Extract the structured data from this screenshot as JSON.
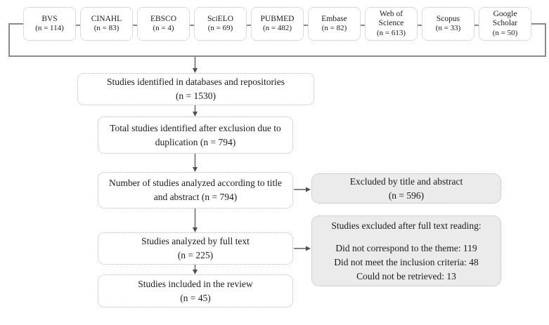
{
  "databases": [
    {
      "name": "BVS",
      "count": "(n = 114)"
    },
    {
      "name": "CINAHL",
      "count": "(n = 83)"
    },
    {
      "name": "EBSCO",
      "count": "(n = 4)"
    },
    {
      "name": "SciELO",
      "count": "(n = 69)"
    },
    {
      "name": "PUBMED",
      "count": "(n = 482)"
    },
    {
      "name": "Embase",
      "count": "(n = 82)"
    },
    {
      "name": "Web of Science",
      "count": "(n = 613)"
    },
    {
      "name": "Scopus",
      "count": "(n = 33)"
    },
    {
      "name": "Google Scholar",
      "count": "(n = 50)"
    }
  ],
  "flow_boxes": [
    {
      "line1": "Studies identified in databases and repositories",
      "line2": "(n = 1530)"
    },
    {
      "line1": "Total studies identified after exclusion due to",
      "line2": "duplication (n = 794)"
    },
    {
      "line1": "Number of studies analyzed according to title",
      "line2": "and abstract (n = 794)"
    },
    {
      "line1": "Studies analyzed by full text",
      "line2": "(n = 225)"
    },
    {
      "line1": "Studies included in the review",
      "line2": "(n = 45)"
    }
  ],
  "exclusion_boxes": {
    "title_abstract": {
      "line1": "Excluded by title and abstract",
      "line2": "(n = 596)"
    },
    "full_text": {
      "title": "Studies excluded after full text reading:",
      "items": [
        "Did not correspond to the theme: 119",
        "Did not meet the inclusion criteria: 48",
        "Could not be retrieved: 13"
      ]
    }
  },
  "colors": {
    "connector_line": "#8a8a8a",
    "arrowhead": "#4f4f4f",
    "box_border": "#b5b5b5",
    "excluded_box_fill": "#ebebeb",
    "text": "#1b1b1b",
    "background": "#ffffff"
  }
}
